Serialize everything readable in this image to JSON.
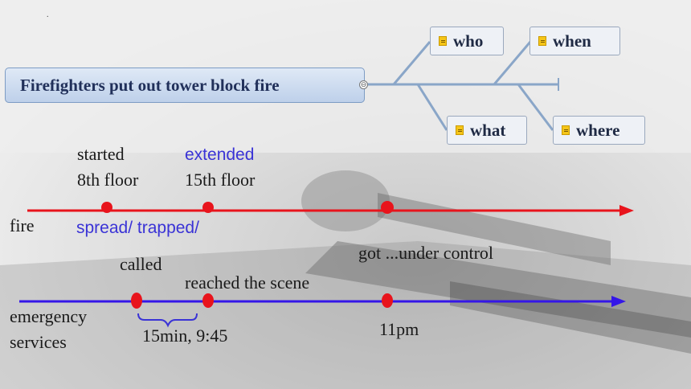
{
  "mindmap": {
    "main_topic": "Firefighters put out tower block fire",
    "collapse_symbol": "⊖",
    "branches": [
      "who",
      "when",
      "what",
      "where"
    ]
  },
  "fire_timeline": {
    "label": "fire",
    "above": [
      {
        "line1": "started",
        "line2": "8th floor"
      },
      {
        "line1": "extended",
        "line2": "15th floor"
      }
    ],
    "below": "spread/ trapped/",
    "right_label": "got ...under control",
    "line_color": "#e8141c"
  },
  "services_timeline": {
    "label_line1": "emergency",
    "label_line2": "services",
    "called": "called",
    "reached": "reached the scene",
    "interval": "15min, 9:45",
    "time": "11pm",
    "line_color": "#3416e8"
  },
  "corner_mark": "."
}
